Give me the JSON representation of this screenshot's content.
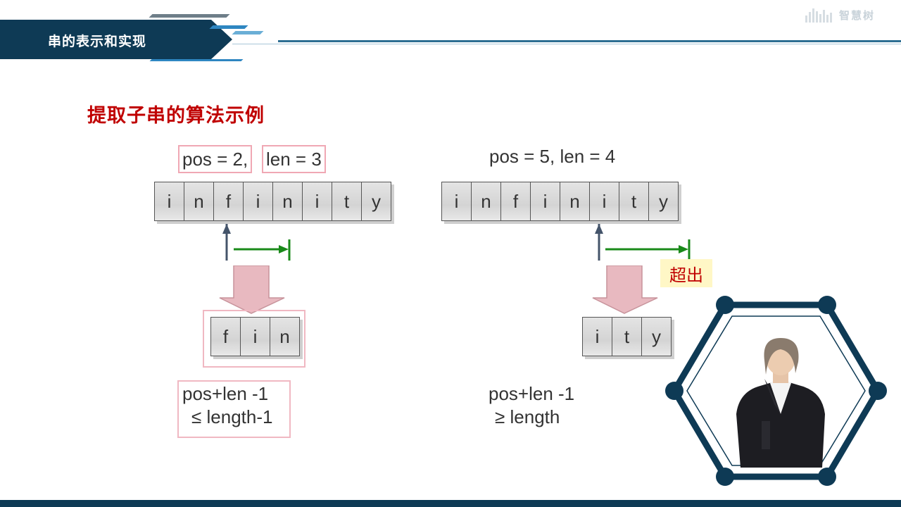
{
  "header": {
    "title": "串的表示和实现",
    "logo_text": "智慧树"
  },
  "slide": {
    "subtitle": "提取子串的算法示例"
  },
  "left_example": {
    "pos_label": "pos = 2,",
    "len_label": "len = 3",
    "string_chars": [
      "i",
      "n",
      "f",
      "i",
      "n",
      "i",
      "t",
      "y"
    ],
    "result_chars": [
      "f",
      "i",
      "n"
    ],
    "condition_line1": "pos+len -1",
    "condition_line2": "≤ length-1"
  },
  "right_example": {
    "params_label": "pos = 5,  len = 4",
    "string_chars": [
      "i",
      "n",
      "f",
      "i",
      "n",
      "i",
      "t",
      "y"
    ],
    "result_chars": [
      "i",
      "t",
      "y"
    ],
    "overflow_label": "超出",
    "condition_line1": "pos+len -1",
    "condition_line2": "≥ length"
  },
  "colors": {
    "header_dark": "#0e3a55",
    "accent_red": "#c00000",
    "arrow_green": "#1a8a1a",
    "pink_border": "#f0a8b4"
  }
}
